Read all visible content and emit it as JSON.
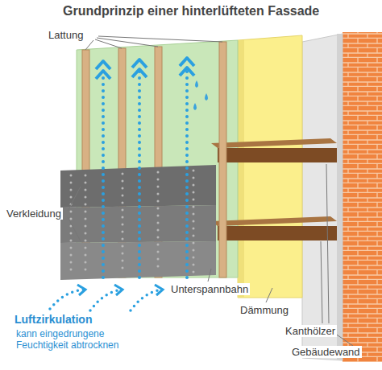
{
  "diagram": {
    "title": "Grundprinzip einer hinterlüfteten Fassade",
    "labels": [
      "Lattung",
      "Verkleidung",
      "Luftzirkulation",
      "kann eingedrungene Feuchtigkeit abtrocknen",
      "Unterspannbahn",
      "Dämmung",
      "Kanthölzer",
      "Gebäudewand"
    ]
  }
}
